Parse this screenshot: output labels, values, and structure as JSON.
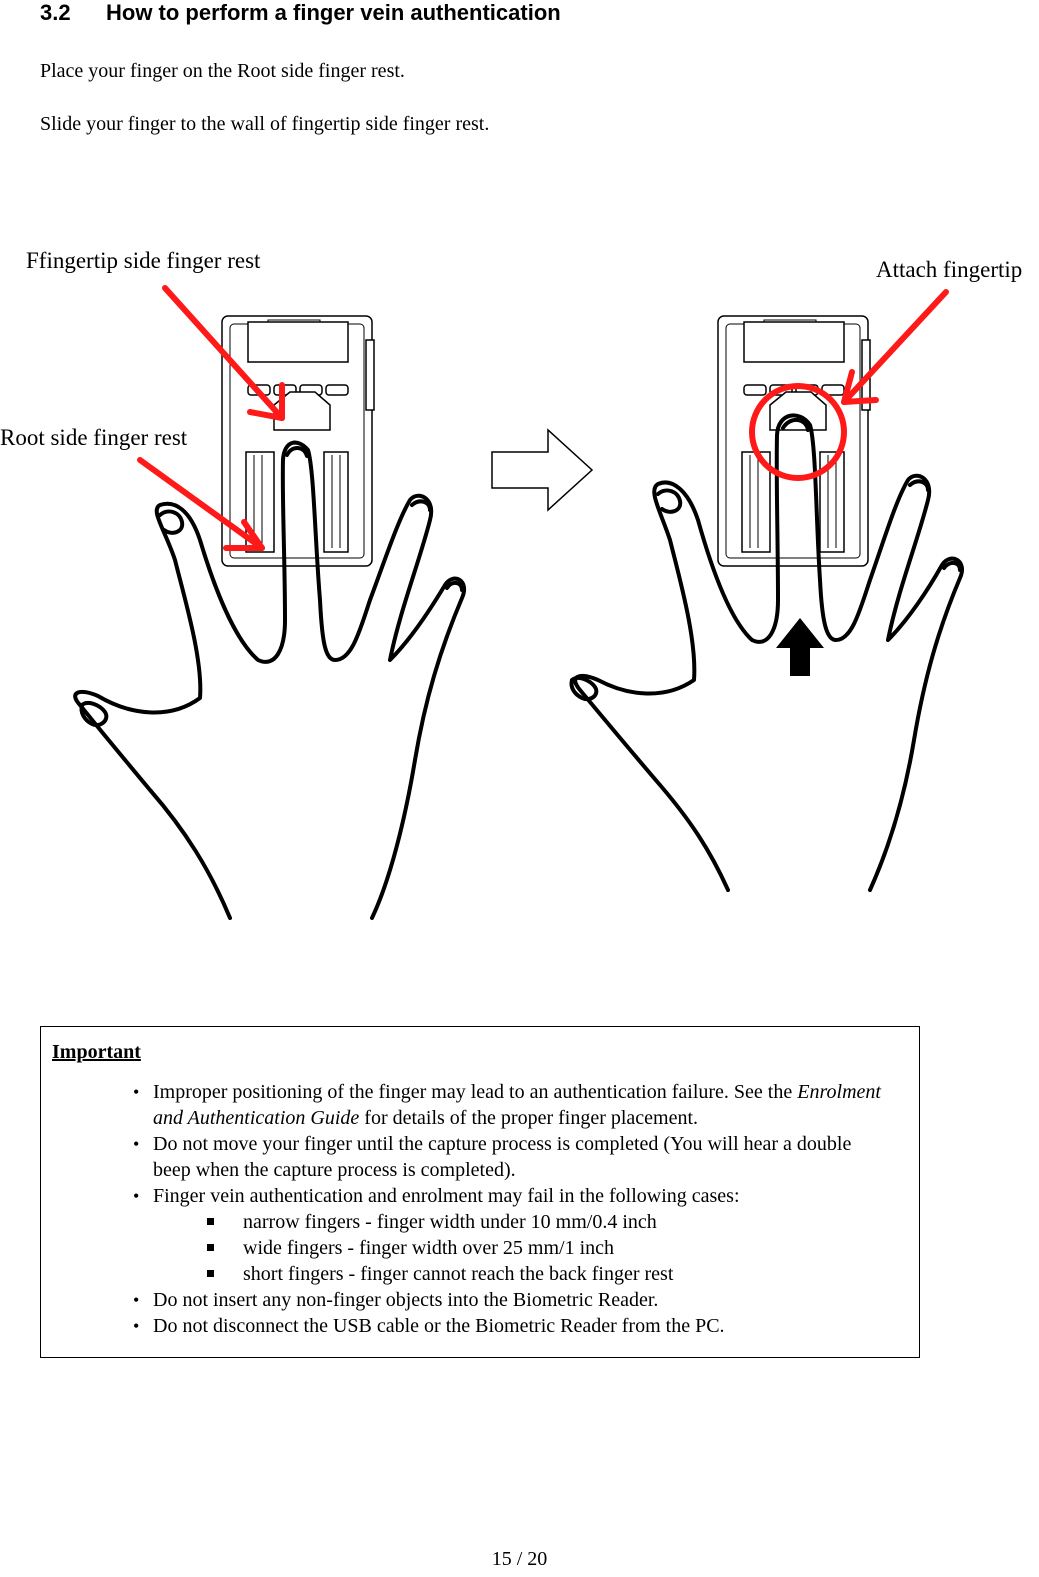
{
  "section": {
    "number": "3.2",
    "title": "How to perform a finger vein authentication"
  },
  "instructions": [
    "Place your finger on the Root side finger rest.",
    "Slide your finger to the wall of fingertip side finger rest."
  ],
  "figure": {
    "label_fingertip_rest": "Ffingertip side finger rest",
    "label_root_rest": "Root side finger rest",
    "label_attach": "Attach fingertip"
  },
  "important": {
    "title": "Important",
    "item1_pre": "Improper positioning of the finger may lead to an authentication failure. See the ",
    "item1_em": "Enrolment and Authentication Guide",
    "item1_post": " for details of the proper finger placement.",
    "item2": "Do not move your finger until the capture process is completed (You will hear a double beep when the capture process is completed).",
    "item3": "Finger vein authentication and enrolment may fail in the following cases:",
    "sub_items": [
      "narrow fingers - finger width under 10 mm/0.4 inch",
      "wide fingers - finger width over 25 mm/1 inch",
      "short fingers - finger cannot reach the back finger rest"
    ],
    "item4": "Do not insert any non-finger objects into the Biometric Reader.",
    "item5": "Do not disconnect the USB cable or the Biometric Reader from the PC."
  },
  "footer": {
    "page": "15 / 20"
  },
  "colors": {
    "annotation": "#ff1a1a"
  }
}
